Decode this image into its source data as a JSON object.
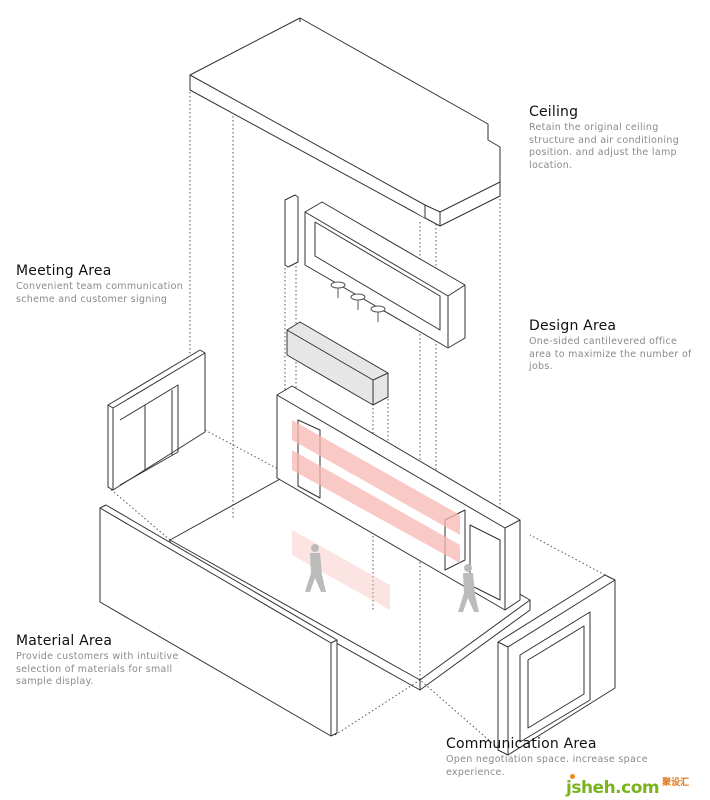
{
  "annotations": {
    "ceiling": {
      "title": "Ceiling",
      "desc": [
        "Retain the original ceiling",
        "structure and air conditioning",
        "position. and adjust the lamp",
        "location."
      ]
    },
    "meeting": {
      "title": "Meeting Area",
      "desc": [
        "Convenient team communication",
        "scheme and customer signing"
      ]
    },
    "design": {
      "title": "Design Area",
      "desc": [
        "One-sided cantilevered office",
        "area to maximize the number of",
        "jobs."
      ]
    },
    "material": {
      "title": "Material Area",
      "desc": [
        "Provide customers with intuitive",
        "selection of materials for small",
        "sample display."
      ]
    },
    "communication": {
      "title": "Communication Area",
      "desc": [
        "Open negotiation space. increase space",
        "experience."
      ]
    }
  },
  "watermark": {
    "text": "jsheh.com",
    "cn": "聚设汇"
  },
  "colors": {
    "line": "#333333",
    "accent_pink": "#f7b8b4",
    "fill_gray": "#e6e6e6"
  }
}
